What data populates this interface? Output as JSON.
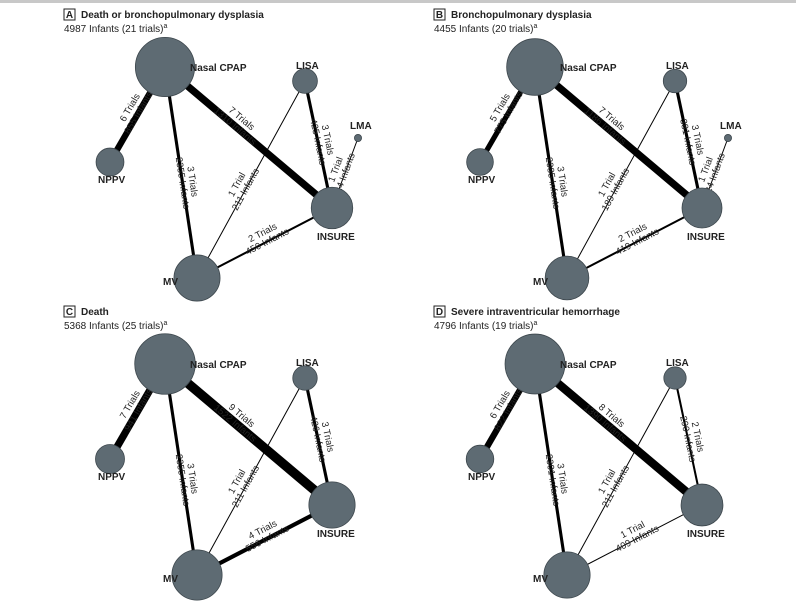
{
  "colors": {
    "node_fill": "#5e6b73",
    "edge": "#000000",
    "top_border": "#c8c8c8"
  },
  "panels": [
    {
      "letter": "A",
      "title": "Death or bronchopulmonary dysplasia",
      "subtitle": "4987 Infants (21 trials)",
      "superscript": "a",
      "nodes": [
        {
          "id": "nasal-cpap",
          "label": "Nasal CPAP",
          "infants": 2200
        },
        {
          "id": "lisa",
          "label": "LISA",
          "infants": 330
        },
        {
          "id": "lma",
          "label": "LMA",
          "infants": 12
        },
        {
          "id": "nppv",
          "label": "NPPV",
          "infants": 430
        },
        {
          "id": "insure",
          "label": "INSURE",
          "infants": 1030
        },
        {
          "id": "mv",
          "label": "MV",
          "infants": 1290
        }
      ],
      "edges": [
        {
          "from": "nasal-cpap",
          "to": "nppv",
          "trials": 6,
          "line1": "6 Trials",
          "line2": "855 Infants"
        },
        {
          "from": "nasal-cpap",
          "to": "insure",
          "trials": 7,
          "line1": "7 Trials",
          "line2": "1310 Infants"
        },
        {
          "from": "nasal-cpap",
          "to": "mv",
          "trials": 3,
          "line1": "3 Trials",
          "line2": "2355 Infants"
        },
        {
          "from": "lisa",
          "to": "insure",
          "trials": 3,
          "line1": "3 Trials",
          "line2": "425 Infants"
        },
        {
          "from": "lisa",
          "to": "mv",
          "trials": 1,
          "line1": "1 Trial",
          "line2": "211 Infants"
        },
        {
          "from": "lma",
          "to": "insure",
          "trials": 1,
          "line1": "1 Trial",
          "line2": "24 Infants"
        },
        {
          "from": "insure",
          "to": "mv",
          "trials": 2,
          "line1": "2 Trials",
          "line2": "450 Infants"
        }
      ]
    },
    {
      "letter": "B",
      "title": "Bronchopulmonary dysplasia",
      "subtitle": "4455 Infants (20 trials)",
      "superscript": "a",
      "nodes": [
        {
          "id": "nasal-cpap",
          "label": "Nasal CPAP",
          "infants": 2000
        },
        {
          "id": "lisa",
          "label": "LISA",
          "infants": 290
        },
        {
          "id": "lma",
          "label": "LMA",
          "infants": 12
        },
        {
          "id": "nppv",
          "label": "NPPV",
          "infants": 390
        },
        {
          "id": "insure",
          "label": "INSURE",
          "infants": 950
        },
        {
          "id": "mv",
          "label": "MV",
          "infants": 1150
        }
      ],
      "edges": [
        {
          "from": "nasal-cpap",
          "to": "nppv",
          "trials": 5,
          "line1": "5 Trials",
          "line2": "775 Infants"
        },
        {
          "from": "nasal-cpap",
          "to": "insure",
          "trials": 7,
          "line1": "7 Trials",
          "line2": "1186 Infants"
        },
        {
          "from": "nasal-cpap",
          "to": "mv",
          "trials": 3,
          "line1": "3 Trials",
          "line2": "2085 Infants"
        },
        {
          "from": "lisa",
          "to": "insure",
          "trials": 3,
          "line1": "3 Trials",
          "line2": "381 Infants"
        },
        {
          "from": "lisa",
          "to": "mv",
          "trials": 1,
          "line1": "1 Trial",
          "line2": "189 Infants"
        },
        {
          "from": "lma",
          "to": "insure",
          "trials": 1,
          "line1": "1 Trial",
          "line2": "24 Infants"
        },
        {
          "from": "insure",
          "to": "mv",
          "trials": 2,
          "line1": "2 Trials",
          "line2": "419 Infants"
        }
      ]
    },
    {
      "letter": "C",
      "title": "Death",
      "subtitle": "5368 Infants (25 trials)",
      "superscript": "a",
      "nodes": [
        {
          "id": "nasal-cpap",
          "label": "Nasal CPAP",
          "infants": 2300
        },
        {
          "id": "lisa",
          "label": "LISA",
          "infants": 320
        },
        {
          "id": "nppv",
          "label": "NPPV",
          "infants": 470
        },
        {
          "id": "insure",
          "label": "INSURE",
          "infants": 1300
        },
        {
          "id": "mv",
          "label": "MV",
          "infants": 1550
        }
      ],
      "edges": [
        {
          "from": "nasal-cpap",
          "to": "nppv",
          "trials": 7,
          "line1": "7 Trials",
          "line2": "941 Infants"
        },
        {
          "from": "nasal-cpap",
          "to": "insure",
          "trials": 9,
          "line1": "9 Trials",
          "line2": "1522 Infants"
        },
        {
          "from": "nasal-cpap",
          "to": "mv",
          "trials": 3,
          "line1": "3 Trials",
          "line2": "2355 Infants"
        },
        {
          "from": "lisa",
          "to": "insure",
          "trials": 3,
          "line1": "3 Trials",
          "line2": "426 Infants"
        },
        {
          "from": "lisa",
          "to": "mv",
          "trials": 1,
          "line1": "1 Trial",
          "line2": "211 Infants"
        },
        {
          "from": "insure",
          "to": "mv",
          "trials": 4,
          "line1": "4 Trials",
          "line2": "556 Infants"
        }
      ]
    },
    {
      "letter": "D",
      "title": "Severe intraventricular hemorrhage",
      "subtitle": "4796 Infants (19 trials)",
      "superscript": "a",
      "nodes": [
        {
          "id": "nasal-cpap",
          "label": "Nasal CPAP",
          "infants": 2250
        },
        {
          "id": "lisa",
          "label": "LISA",
          "infants": 260
        },
        {
          "id": "nppv",
          "label": "NPPV",
          "infants": 420
        },
        {
          "id": "insure",
          "label": "INSURE",
          "infants": 1050
        },
        {
          "id": "mv",
          "label": "MV",
          "infants": 1300
        }
      ],
      "edges": [
        {
          "from": "nasal-cpap",
          "to": "nppv",
          "trials": 6,
          "line1": "6 Trials",
          "line2": "822 Infants"
        },
        {
          "from": "nasal-cpap",
          "to": "insure",
          "trials": 8,
          "line1": "8 Trials",
          "line2": "1390 Infants"
        },
        {
          "from": "nasal-cpap",
          "to": "mv",
          "trials": 3,
          "line1": "3 Trials",
          "line2": "2301 Infants"
        },
        {
          "from": "lisa",
          "to": "insure",
          "trials": 2,
          "line1": "2 Trials",
          "line2": "290 Infants"
        },
        {
          "from": "lisa",
          "to": "mv",
          "trials": 1,
          "line1": "1 Trial",
          "line2": "211 Infants"
        },
        {
          "from": "insure",
          "to": "mv",
          "trials": 1,
          "line1": "1 Trial",
          "line2": "409 Infants"
        }
      ]
    }
  ]
}
